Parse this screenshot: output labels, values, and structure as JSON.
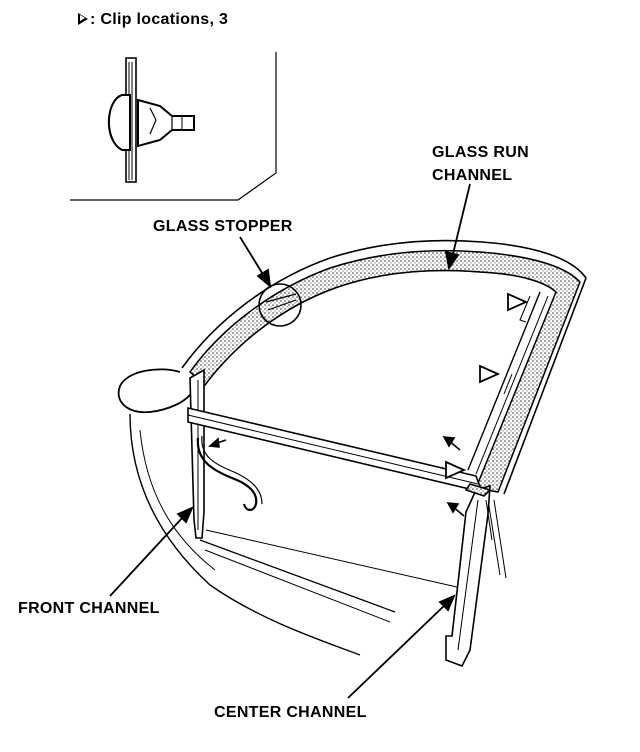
{
  "legend": {
    "symbol": "▷",
    "text": ": Clip locations, 3"
  },
  "labels": {
    "glass_run_line1": "GLASS RUN",
    "glass_run_line2": "CHANNEL",
    "glass_stopper": "GLASS STOPPER",
    "front_channel": "FRONT CHANNEL",
    "center_channel": "CENTER CHANNEL"
  },
  "colors": {
    "ink": "#000000",
    "background": "#ffffff",
    "stipple": "#555555"
  }
}
